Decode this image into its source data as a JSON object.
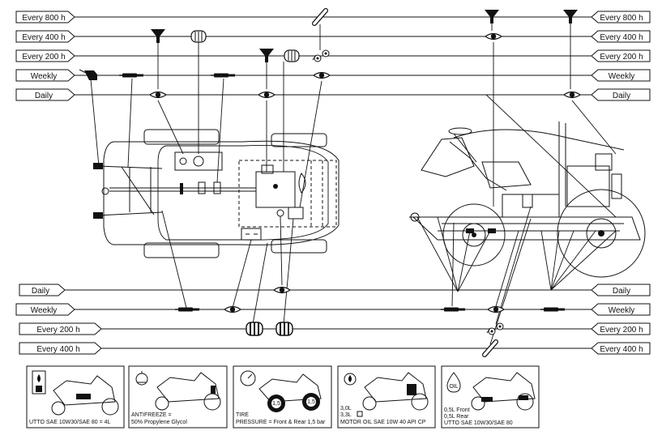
{
  "intervals": {
    "left": [
      "Every 800 h",
      "Every 400 h",
      "Every 200 h",
      "Weekly",
      "Daily"
    ],
    "right": [
      "Every 800 h",
      "Every 400 h",
      "Every 200 h",
      "Weekly",
      "Daily"
    ],
    "bottom_left": [
      "Daily",
      "Weekly",
      "Every 200 h",
      "Every 400 h"
    ],
    "bottom_right": [
      "Daily",
      "Weekly",
      "Every 200 h",
      "Every 400 h"
    ]
  },
  "service_panels": [
    {
      "caption": [
        "UTTO SAE 10W30/SAE 80 = 4L"
      ],
      "icon": "oil-can-icon"
    },
    {
      "caption": [
        "ANTIFREEZE =",
        "50% Propylene Glycol"
      ],
      "icon": "coolant-icon"
    },
    {
      "caption": [
        "TIRE",
        "PRESSURE = Front & Rear 1,5 bar"
      ],
      "icon": "pressure-gauge-icon",
      "tire_value": "1,5"
    },
    {
      "caption": [
        "MOTOR OIL SAE 10W 40 API CP"
      ],
      "icon": "oil-drop-icon",
      "volumes": [
        "3,0L",
        "3,3L"
      ]
    },
    {
      "caption": [
        "0,5L Front",
        "0,5L Rear",
        "UTTO SAE 10W30/SAE 80"
      ],
      "icon": "oil-bottle-icon",
      "bottle_label": "OIL"
    }
  ]
}
